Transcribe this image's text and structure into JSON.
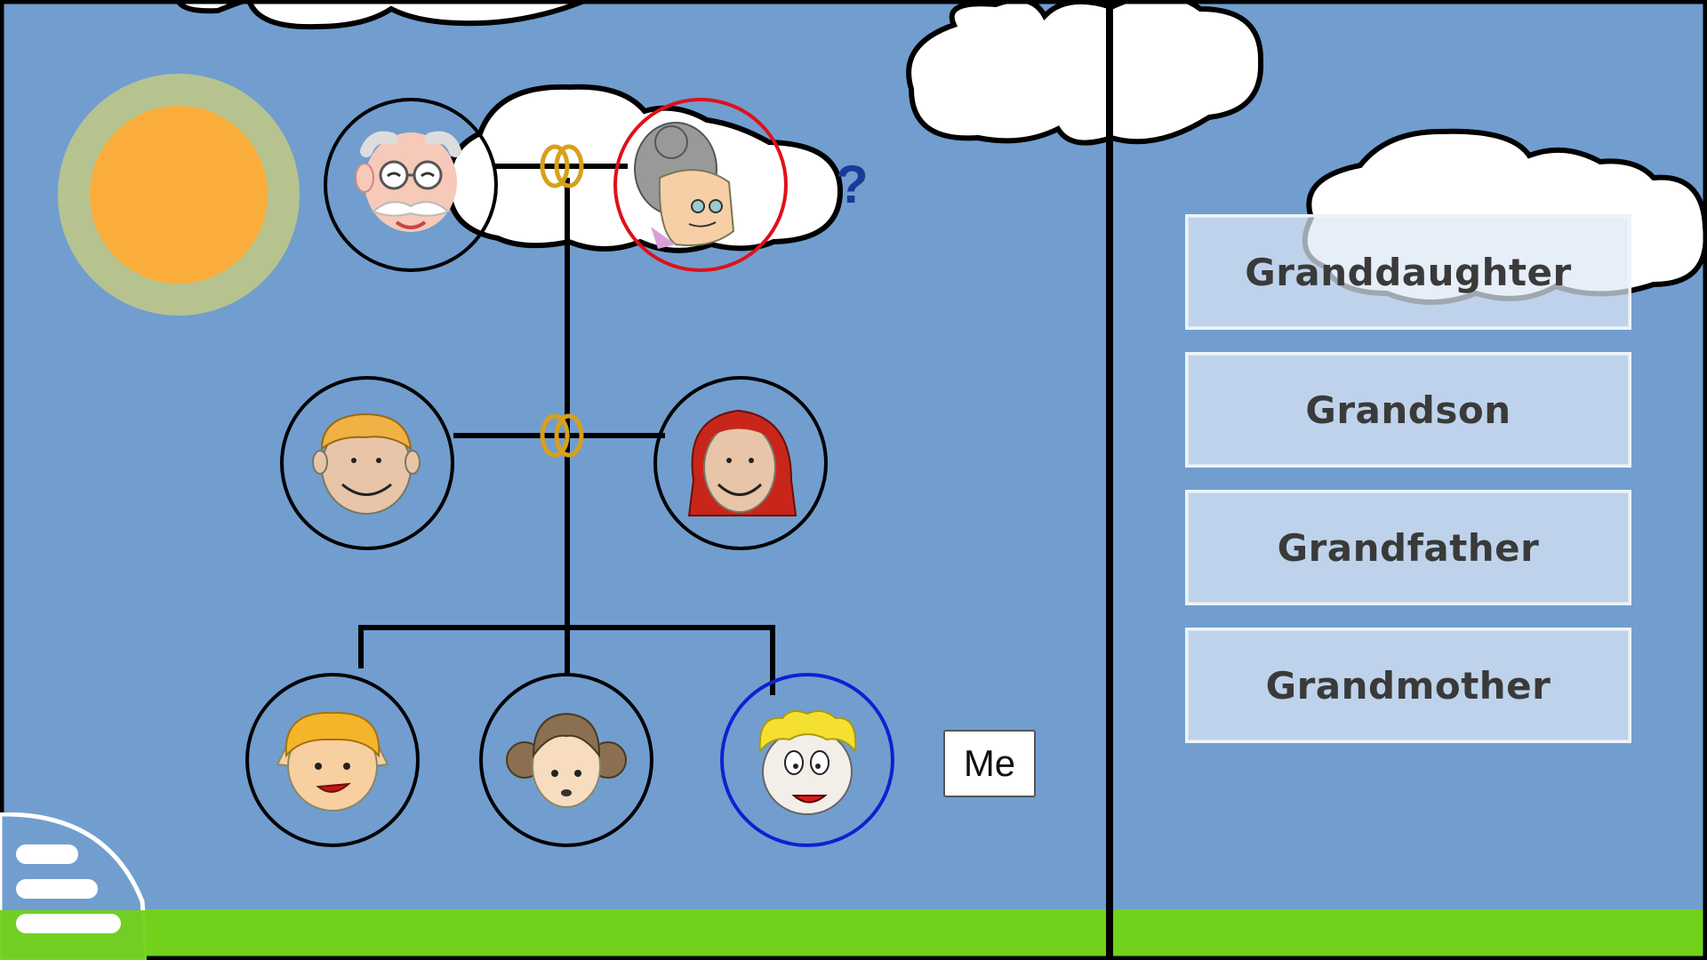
{
  "scene": {
    "me_label": "Me",
    "question_mark": "?",
    "colors": {
      "sky": "#719ecf",
      "grass": "#72d11b",
      "sun_outer": "#b7c38f",
      "sun_inner": "#fbad3c",
      "frame": "#000000",
      "selected_person_ring": "#e0101a",
      "me_ring": "#1020d0",
      "question_mark": "#1a3a9a",
      "ring_gold": "#d8a01a"
    }
  },
  "family_tree": {
    "generations": [
      {
        "role": "grandparents",
        "members": [
          "grandfather-avatar",
          "grandmother-avatar"
        ]
      },
      {
        "role": "parents",
        "members": [
          "father-avatar",
          "mother-avatar"
        ]
      },
      {
        "role": "children",
        "members": [
          "brother-avatar",
          "sister-avatar",
          "me-avatar"
        ]
      }
    ],
    "highlighted": "grandmother-avatar"
  },
  "answers": [
    {
      "label": "Granddaughter"
    },
    {
      "label": "Grandson"
    },
    {
      "label": "Grandfather"
    },
    {
      "label": "Grandmother"
    }
  ],
  "menu": {
    "icon": "hamburger-menu-icon"
  }
}
